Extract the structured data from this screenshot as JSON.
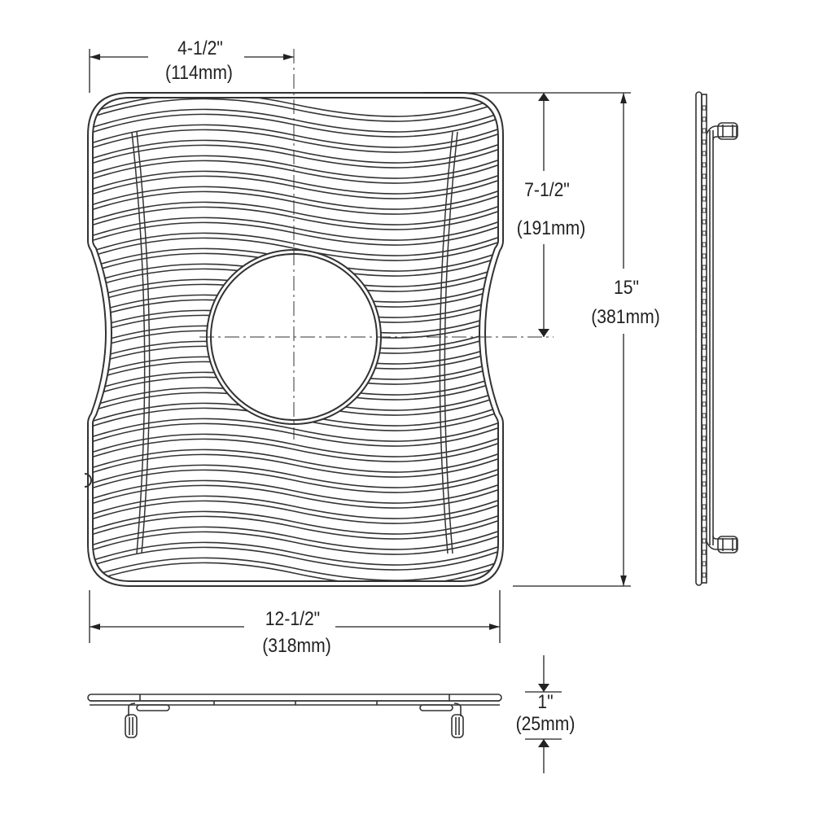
{
  "drawing": {
    "subject": "Sink bottom grid with center drain opening",
    "views": [
      "top-view",
      "side-view",
      "front-view"
    ],
    "line_color": "#333333",
    "background": "#ffffff"
  },
  "dimensions": {
    "drain_offset": {
      "imperial": "4-1/2\"",
      "metric": "(114mm)"
    },
    "drain_height": {
      "imperial": "7-1/2\"",
      "metric": "(191mm)"
    },
    "overall_length": {
      "imperial": "15\"",
      "metric": "(381mm)"
    },
    "overall_width": {
      "imperial": "12-1/2\"",
      "metric": "(318mm)"
    },
    "grid_height": {
      "imperial": "1\"",
      "metric": "(25mm)"
    }
  }
}
